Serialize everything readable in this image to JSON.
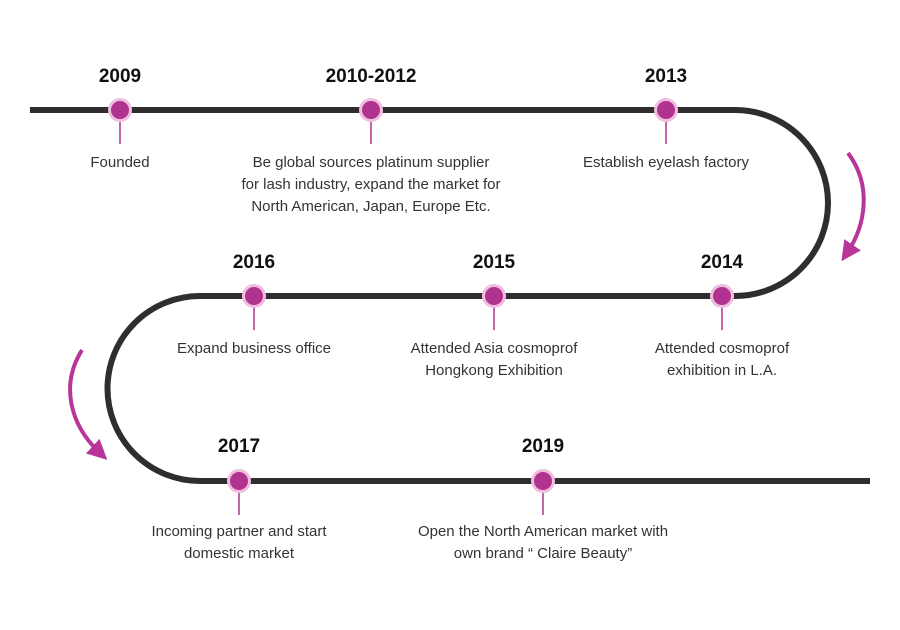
{
  "colors": {
    "track": "#2f2d2e",
    "marker": "#b0338f",
    "marker_ring": "#f0bfe0",
    "connector": "#b0338f",
    "arrow": "#b8369a"
  },
  "milestones": [
    {
      "year": "2009",
      "lines": [
        "Founded"
      ]
    },
    {
      "year": "2010-2012",
      "lines": [
        "Be global sources platinum supplier",
        "for lash industry, expand the market for",
        "North American, Japan, Europe Etc."
      ]
    },
    {
      "year": "2013",
      "lines": [
        "Establish eyelash factory"
      ]
    },
    {
      "year": "2014",
      "lines": [
        "Attended cosmoprof",
        "exhibition in L.A."
      ]
    },
    {
      "year": "2015",
      "lines": [
        "Attended Asia cosmoprof",
        "Hongkong Exhibition"
      ]
    },
    {
      "year": "2016",
      "lines": [
        "Expand business office"
      ]
    },
    {
      "year": "2017",
      "lines": [
        "Incoming partner and start",
        "domestic market"
      ]
    },
    {
      "year": "2019",
      "lines": [
        "Open the North American market with",
        "own brand “ Claire Beauty”"
      ]
    }
  ]
}
